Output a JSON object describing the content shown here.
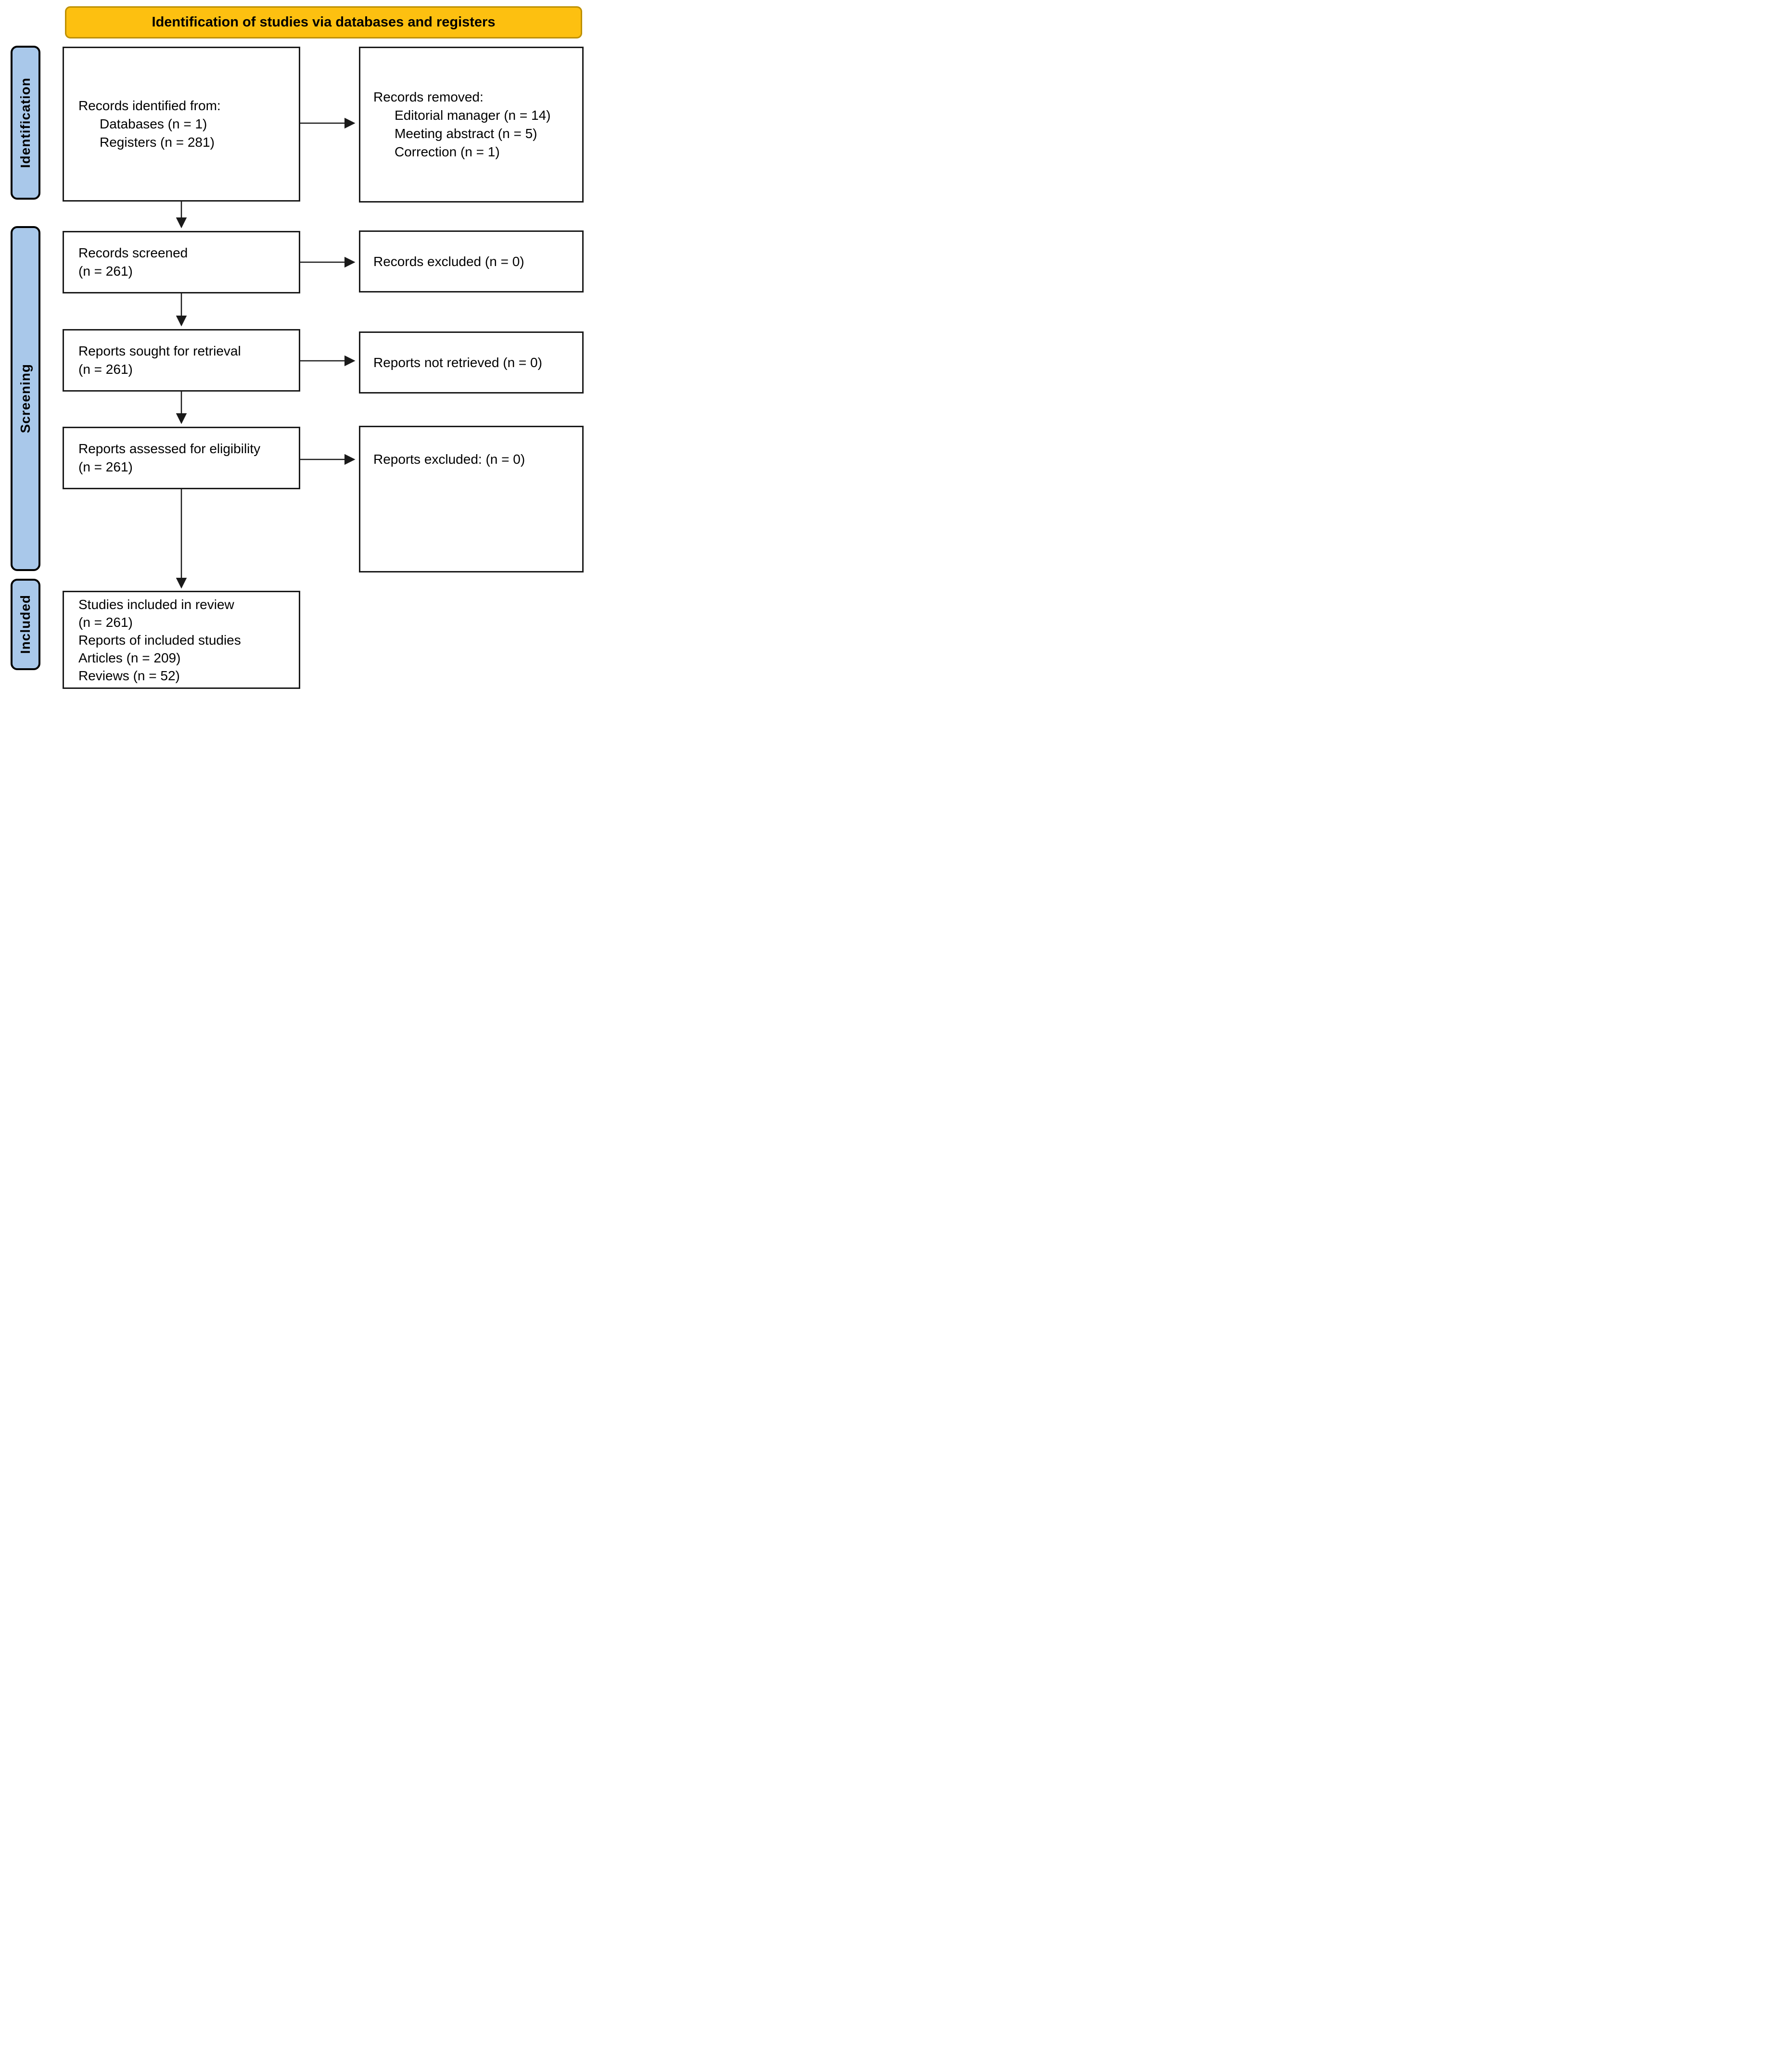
{
  "header": {
    "title": "Identification of studies via databases and registers"
  },
  "stages": {
    "identification": "Identification",
    "screening": "Screening",
    "included": "Included"
  },
  "boxes": {
    "records_identified": {
      "lines": [
        "Records identified from:",
        "Databases (n = 1)",
        "Registers (n = 281)"
      ]
    },
    "records_removed": {
      "lines": [
        "Records removed:",
        "Editorial manager (n = 14)",
        "Meeting abstract (n = 5)",
        "Correction (n = 1)"
      ]
    },
    "records_screened": {
      "lines": [
        "Records screened",
        "(n = 261)"
      ]
    },
    "records_excluded": {
      "lines": [
        "Records excluded (n = 0)"
      ]
    },
    "reports_sought": {
      "lines": [
        "Reports sought for retrieval",
        "(n = 261)"
      ]
    },
    "reports_not_retrieved": {
      "lines": [
        "Reports not retrieved (n = 0)"
      ]
    },
    "reports_assessed": {
      "lines": [
        "Reports assessed for eligibility",
        "(n = 261)"
      ]
    },
    "reports_excluded": {
      "lines": [
        "Reports excluded: (n = 0)"
      ]
    },
    "studies_included": {
      "lines": [
        "Studies included in review",
        "(n = 261)",
        "Reports of included studies",
        "Articles (n = 209)",
        "Reviews (n = 52)"
      ]
    }
  },
  "colors": {
    "banner_fill": "#FDC010",
    "banner_border": "#BE9000",
    "stage_fill": "#A9C8EA",
    "stage_border": "#000000",
    "box_border": "#1A1A1A",
    "arrow": "#1A1A1A"
  }
}
